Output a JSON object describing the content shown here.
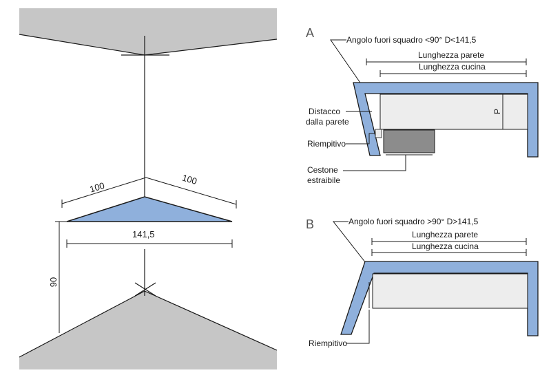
{
  "left_figure": {
    "dim_side_a": "100",
    "dim_side_b": "100",
    "dim_hypotenuse": "141,5",
    "dim_depth": "90"
  },
  "diagram_a": {
    "letter": "A",
    "title": "Angolo fuori squadro <90°   D<141,5",
    "wall_length_label": "Lunghezza parete",
    "kitchen_length_label": "Lunghezza cucina",
    "gap_label_line1": "Distacco",
    "gap_label_line2": "dalla parete",
    "filler_label": "Riempitivo",
    "drawer_label_line1": "Cestone",
    "drawer_label_line2": "estraibile",
    "depth_symbol": "P"
  },
  "diagram_b": {
    "letter": "B",
    "title": "Angolo fuori squadro >90°   D>141,5",
    "wall_length_label": "Lunghezza parete",
    "kitchen_length_label": "Lunghezza cucina",
    "filler_label": "Riempitivo"
  },
  "colors": {
    "wall_gray": "#c6c6c6",
    "corner_blue": "#8fb0dc",
    "wall_blue": "#8fb0dc",
    "cabinet_gray": "#ededed",
    "drawer_gray": "#8c8c8c"
  }
}
